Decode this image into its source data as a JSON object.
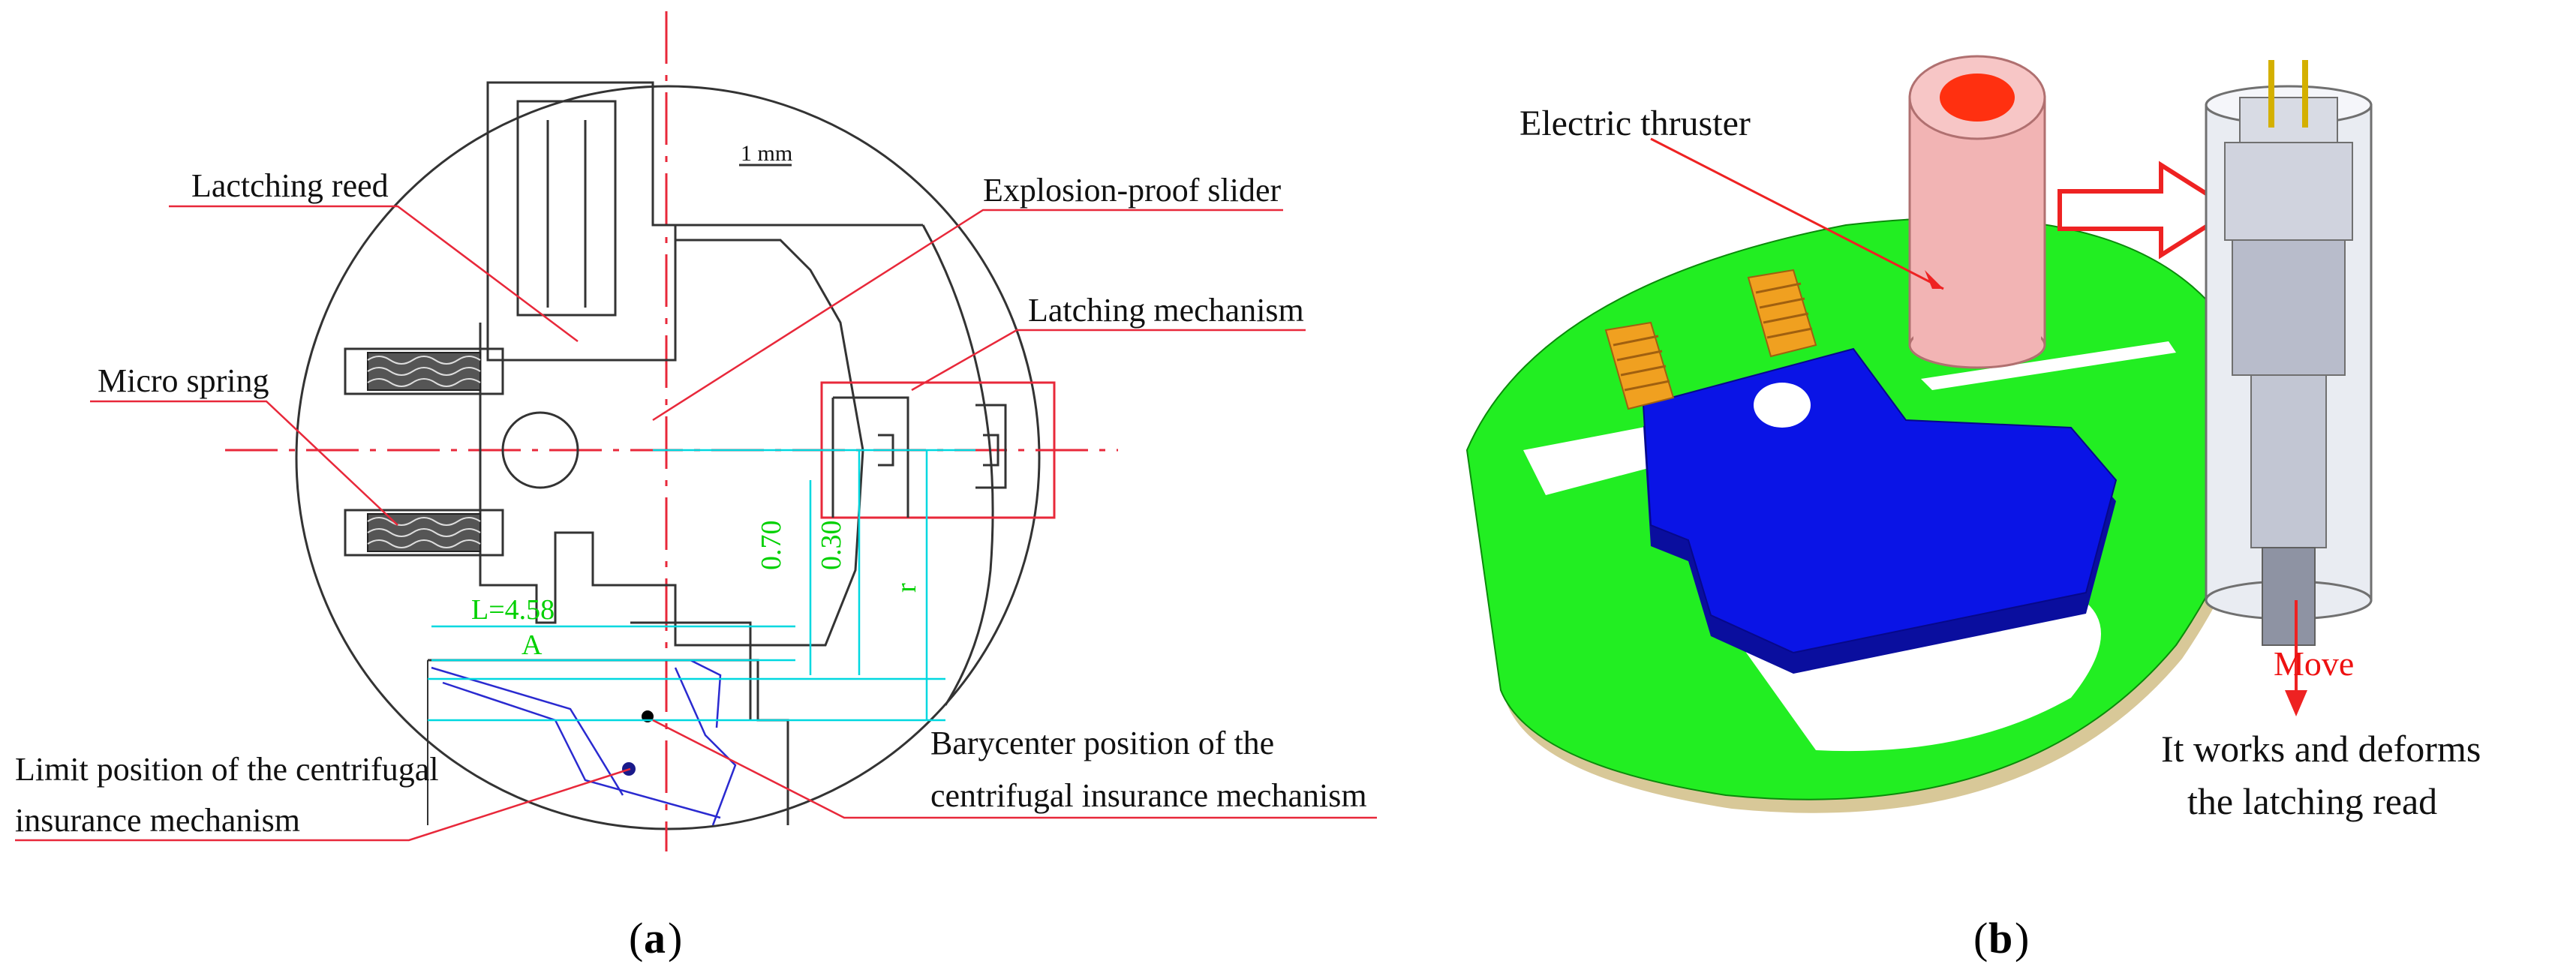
{
  "panel_a": {
    "caption_letter": "a",
    "scale_bar": "1 mm",
    "labels": {
      "latching_reed": "Lactching reed",
      "micro_spring": "Micro spring",
      "explosion_proof_slider": "Explosion-proof slider",
      "latching_mechanism": "Latching mechanism",
      "barycenter_line1": "Barycenter position of the",
      "barycenter_line2": "centrifugal insurance mechanism",
      "limit_line1": "Limit position of the centrifugal",
      "limit_line2": "insurance mechanism"
    },
    "dimensions": {
      "d070": "0.70",
      "d030": "0.30",
      "r": "r",
      "L": "L=4.58",
      "A": "A"
    }
  },
  "panel_b": {
    "caption_letter": "b",
    "labels": {
      "electric_thruster": "Electric thruster",
      "move": "Move",
      "works_line1": "It works and deforms",
      "works_line2": "the latching read"
    }
  },
  "colors": {
    "label_line": "#e8283a",
    "dimension": "#00d8e0",
    "dimension_text": "#00d000",
    "board": "#22ee22",
    "slider": "#0a14e6",
    "spring": "#f0a020",
    "thruster": "#f2b4b4",
    "thruster_core": "#ff3010"
  }
}
